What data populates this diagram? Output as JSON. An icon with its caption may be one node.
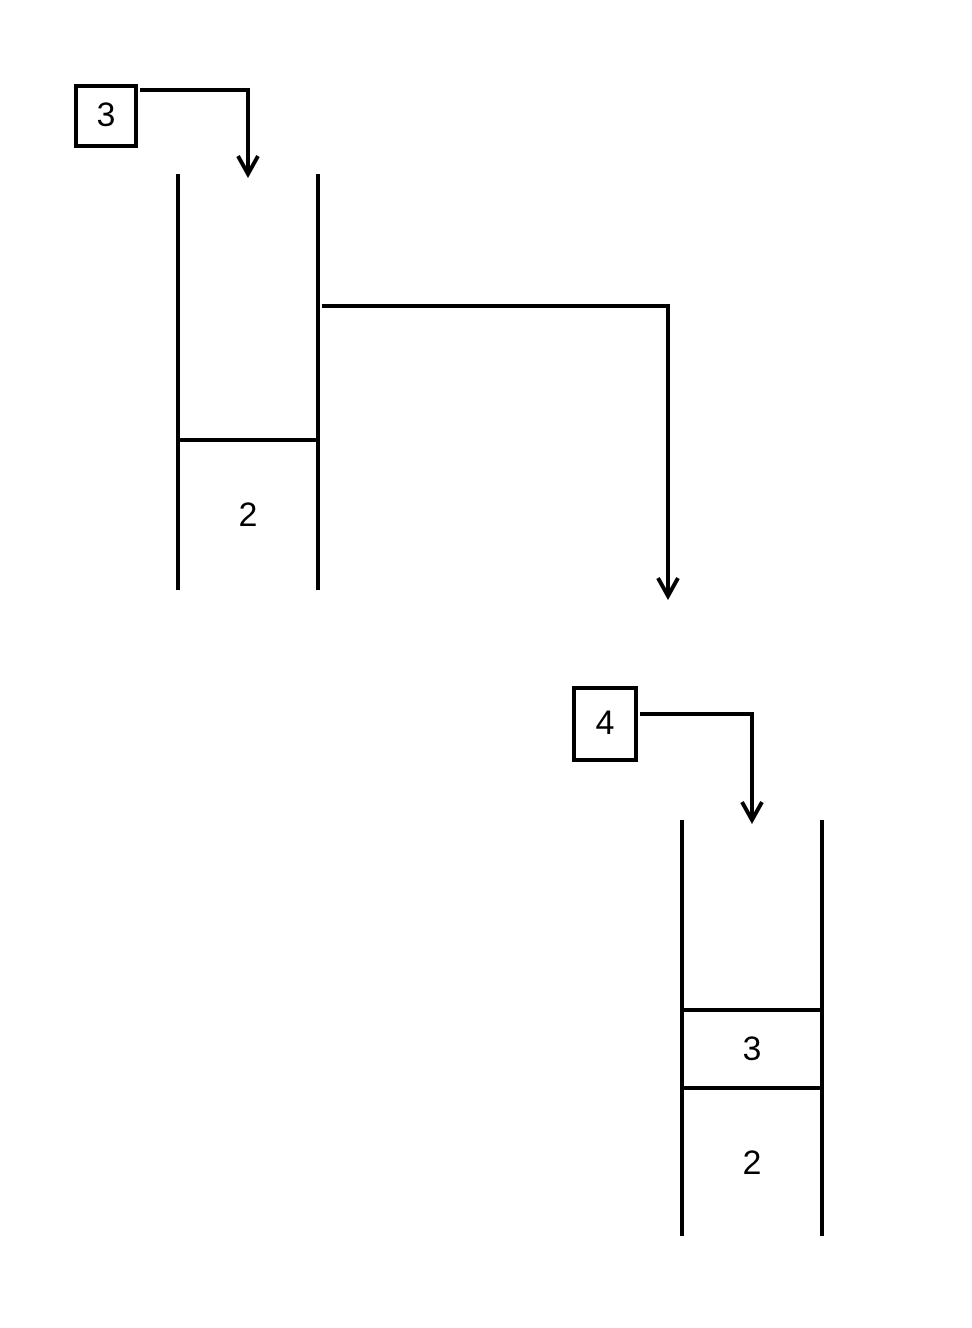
{
  "diagram": {
    "nodes": [
      {
        "text": [
          "3"
        ]
      },
      {
        "text": [],
        "shape": "box"
      },
      {
        "text": [
          "2"
        ],
        "in": 1
      },
      {
        "text": [
          "4"
        ]
      },
      {
        "text": [],
        "shape": "box"
      },
      {
        "text": [
          "3"
        ],
        "in": 4
      },
      {
        "text": [
          "2"
        ],
        "in": 4
      }
    ],
    "edges": [
      {
        "from": 0,
        "to": 1,
        "arrow": "to"
      },
      {
        "from": 1,
        "to": null,
        "arrow": "to"
      },
      {
        "from": 3,
        "to": 4,
        "arrow": "to"
      }
    ]
  }
}
